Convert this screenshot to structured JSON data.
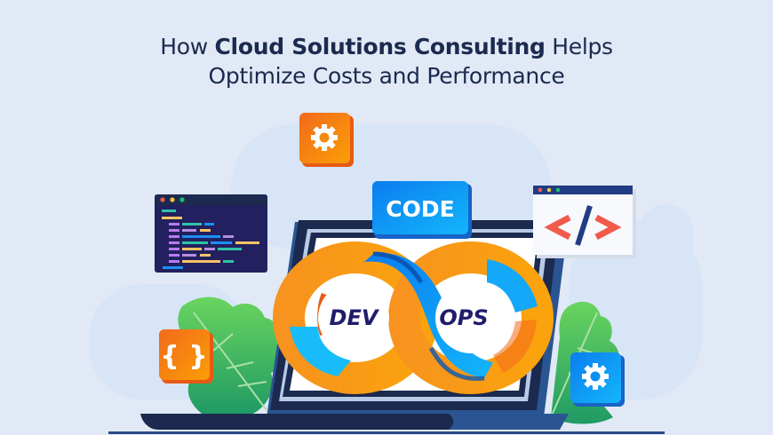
{
  "header": {
    "title_prefix": "How ",
    "title_bold": "Cloud Solutions Consulting",
    "title_suffix": " Helps",
    "title_line2": "Optimize Costs and Performance"
  },
  "illustration": {
    "laptop_screen": {
      "logo_left": "DEV",
      "logo_right": "OPS"
    },
    "code_badge": "CODE",
    "html_tag_window": "</>",
    "braces_badge": "{ }",
    "icons": [
      "gear-icon-orange",
      "gear-icon-blue",
      "braces-icon",
      "code-editor-window",
      "html-tag-window"
    ]
  },
  "colors": {
    "background": "#e1e9f6",
    "title": "#1b2a4e",
    "orange": "#f7931e",
    "orange_dark": "#f2621b",
    "blue": "#0a8df2",
    "cyan": "#15c0fb",
    "navy": "#1b2a4e",
    "editor_bg": "#22205e",
    "leaf_green": "#4fbf5f"
  }
}
